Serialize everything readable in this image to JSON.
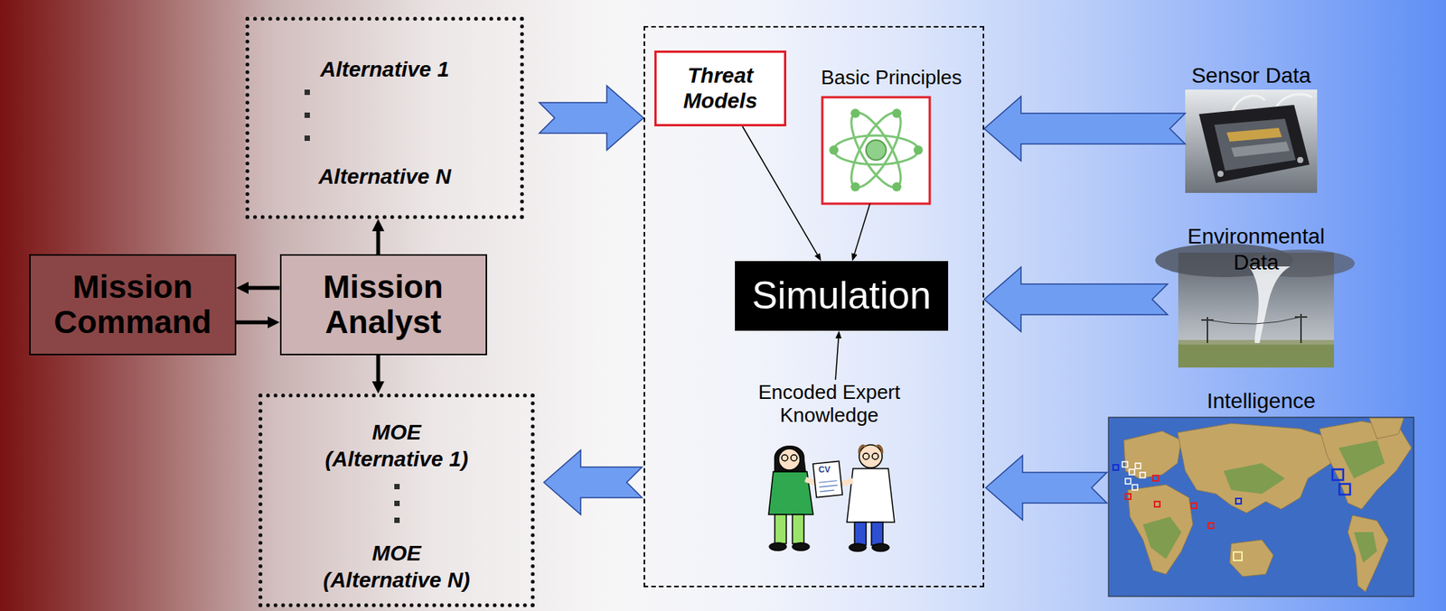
{
  "diagram": {
    "nodes": [
      {
        "text": [
          "Alternative 1",
          "Alternative N"
        ]
      },
      {
        "text": []
      },
      {
        "text": [
          "Threat Models"
        ],
        "in": 1
      },
      {
        "text": [
          "Basic Principles"
        ],
        "in": 1
      },
      {
        "text": [
          "Simulation"
        ],
        "in": 1
      },
      {
        "text": [
          "Encoded Expert Knowledge"
        ],
        "in": 1
      },
      {
        "text": [
          "Sensor Data"
        ]
      },
      {
        "text": [
          "Environmental Data"
        ]
      },
      {
        "text": [
          "Intelligence"
        ]
      },
      {
        "text": [
          "Mission Command"
        ]
      },
      {
        "text": [
          "Mission Analyst"
        ]
      },
      {
        "text": [
          "MOE (Alternative 1)",
          "MOE (Alternative N)"
        ]
      }
    ],
    "edges": [
      {
        "from": 10,
        "to": 9,
        "arrow": "to"
      },
      {
        "from": 9,
        "to": 10,
        "arrow": "to"
      },
      {
        "from": 10,
        "to": 0,
        "arrow": "to"
      },
      {
        "from": 10,
        "to": 11,
        "arrow": "to"
      },
      {
        "from": 0,
        "to": 1,
        "arrow": "to"
      },
      {
        "from": 2,
        "to": 4,
        "arrow": "to"
      },
      {
        "from": 3,
        "to": 4,
        "arrow": "to"
      },
      {
        "from": 5,
        "to": 4,
        "arrow": "to"
      },
      {
        "from": 6,
        "to": 1,
        "arrow": "to"
      },
      {
        "from": 7,
        "to": 1,
        "arrow": "to"
      },
      {
        "from": 8,
        "to": 1,
        "arrow": "to"
      },
      {
        "from": 1,
        "to": 11,
        "arrow": "to"
      }
    ],
    "labels": [
      "CV"
    ]
  }
}
